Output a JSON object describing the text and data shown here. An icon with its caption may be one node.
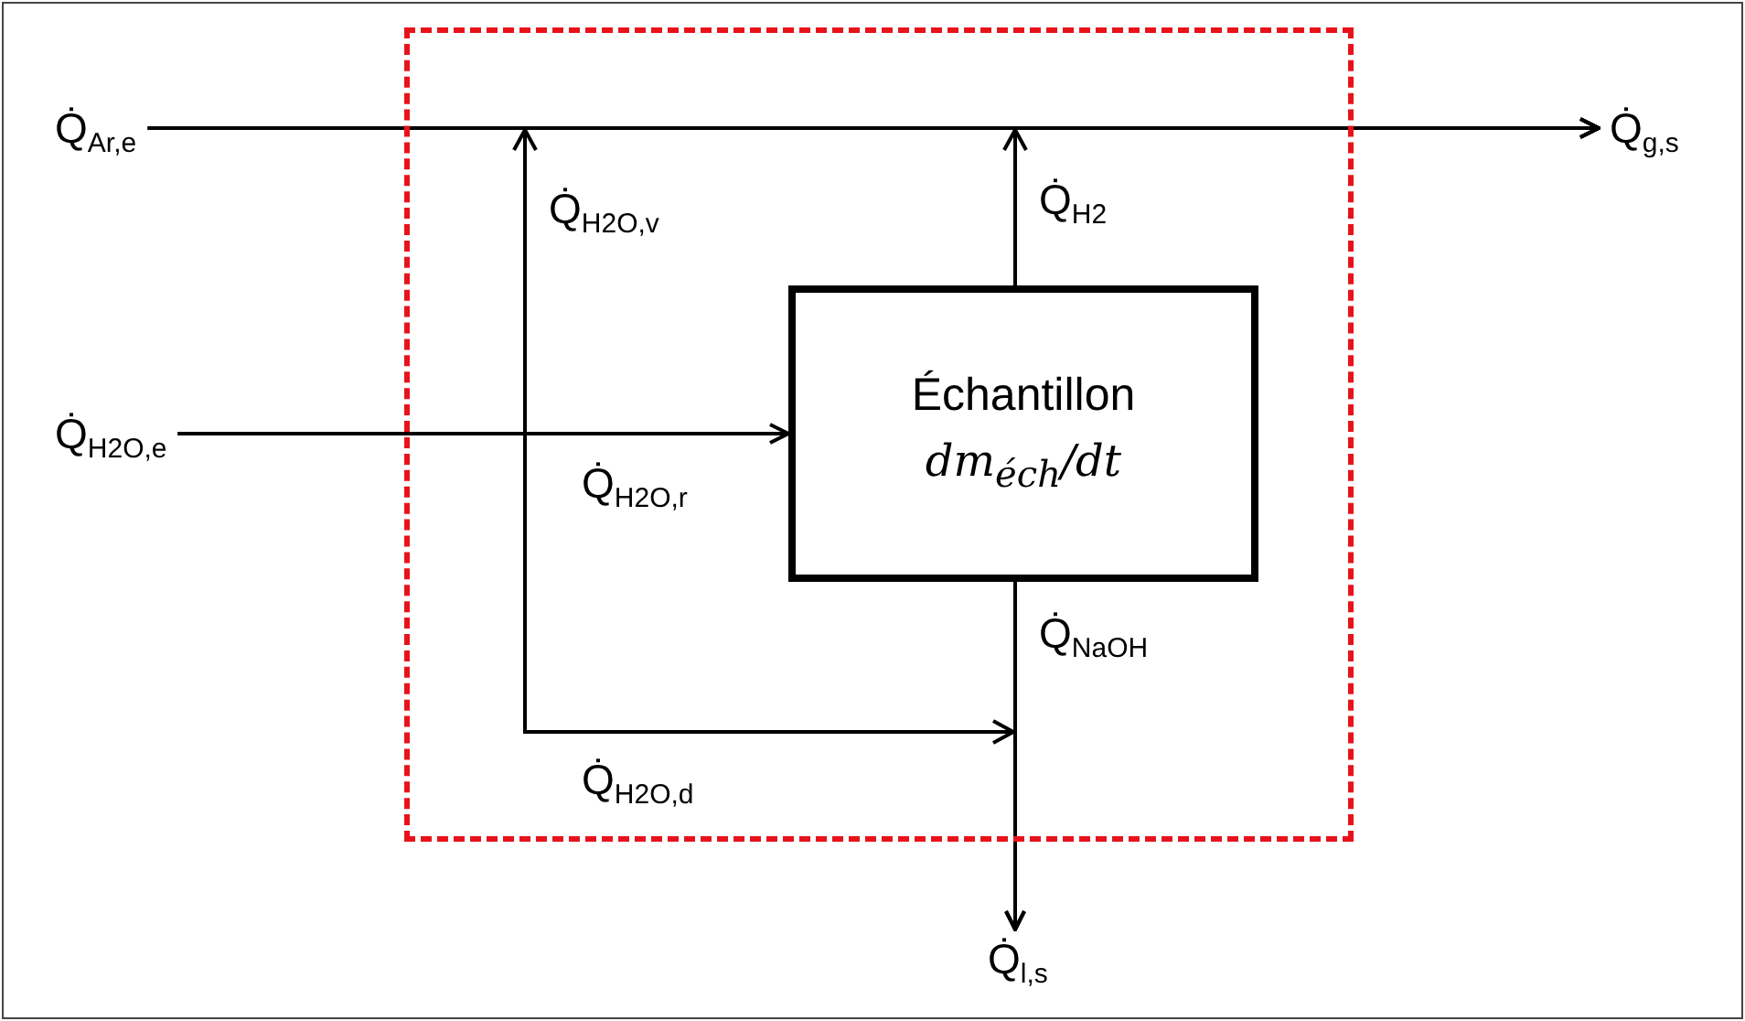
{
  "diagram": {
    "nodes": [
      {
        "text": [
          "Q̇$_{Ar,e}$"
        ]
      },
      {
        "text": [
          "Q̇$_{g,s}$"
        ]
      },
      {
        "text": [],
        "shape": "box"
      },
      {
        "text": [
          "Q̇$_{H2O,e}$"
        ]
      },
      {
        "text": [
          "Échantillon",
          "dm$_{éch}$/dt"
        ],
        "in": 2
      },
      {
        "text": [
          "Q̇$_{l,s}$"
        ]
      }
    ],
    "edges": [
      {
        "from": 0,
        "to": 1,
        "arrow": "to"
      },
      {
        "from": 3,
        "to": 1,
        "arrow": "to",
        "label": "Q̇$_{H2O,v}$"
      },
      {
        "from": 3,
        "to": 4,
        "arrow": "to",
        "label": "Q̇$_{H2O,r}$"
      },
      {
        "from": 3,
        "to": 5,
        "arrow": "to",
        "label": "Q̇$_{H2O,d}$"
      },
      {
        "from": 4,
        "to": 1,
        "arrow": "to",
        "label": "Q̇$_{H2}$"
      },
      {
        "from": 4,
        "to": 5,
        "arrow": "to",
        "label": "Q̇$_{NaOH}$"
      }
    ]
  }
}
